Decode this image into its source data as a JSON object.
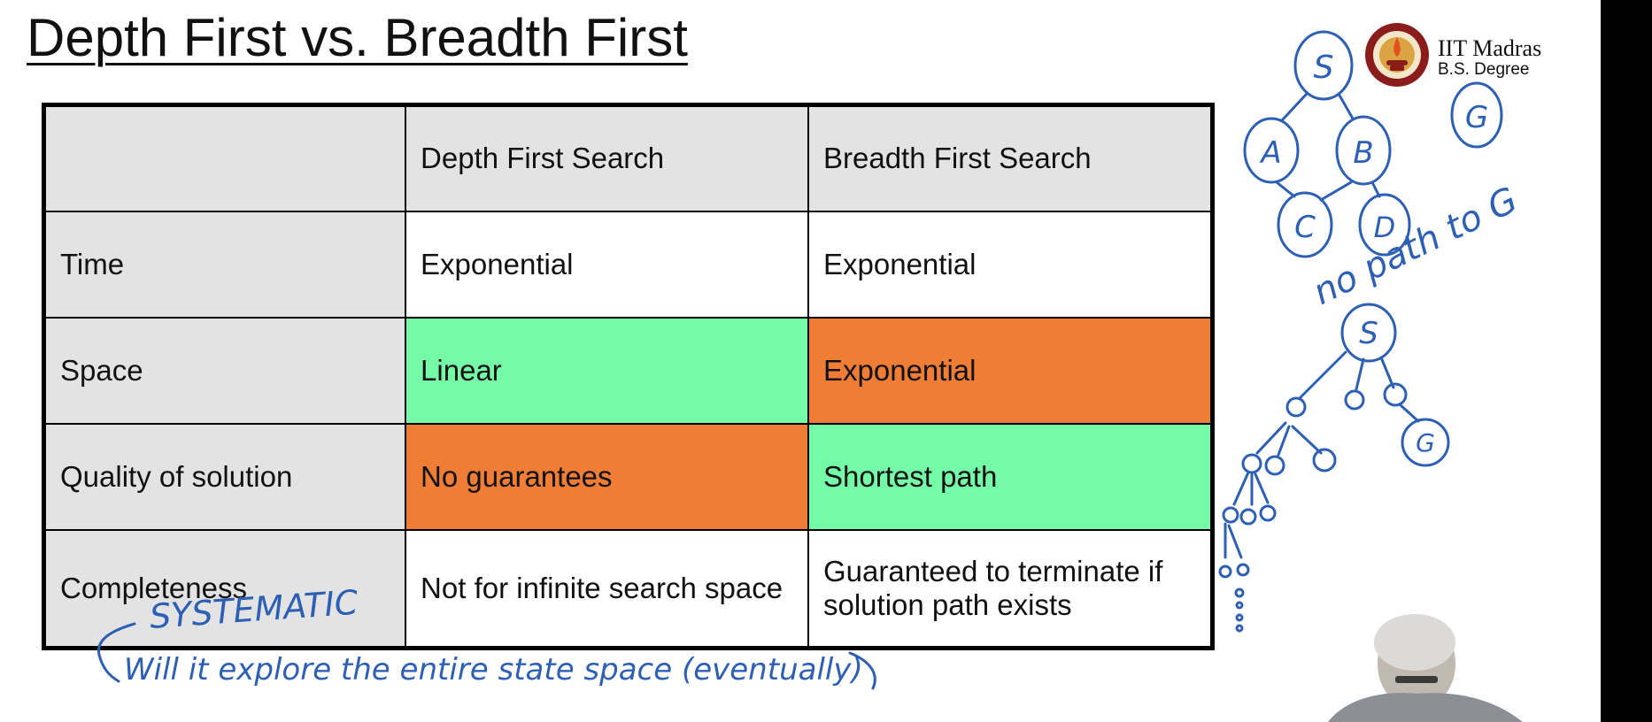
{
  "slide": {
    "title": "Depth First vs. Breadth First"
  },
  "table": {
    "header": [
      "",
      "Depth First Search",
      "Breadth First Search"
    ],
    "rows": [
      {
        "label": "Time",
        "dfs": "Exponential",
        "bfs": "Exponential"
      },
      {
        "label": "Space",
        "dfs": "Linear",
        "bfs": "Exponential"
      },
      {
        "label": "Quality of solution",
        "dfs": "No guarantees",
        "bfs": "Shortest path"
      },
      {
        "label": "Completeness",
        "dfs": "Not for infinite search space",
        "bfs": "Guaranteed to terminate if solution path exists"
      }
    ]
  },
  "logo": {
    "line1": "IIT Madras",
    "line2": "B.S. Degree"
  },
  "annotations": {
    "systematic": "SYSTEMATIC",
    "question": "Will it explore the entire state space (eventually)",
    "no_path": "no path to G",
    "graph1_nodes": [
      "S",
      "A",
      "B",
      "C",
      "D",
      "G"
    ],
    "graph2_nodes": [
      "S",
      "G"
    ]
  },
  "colors": {
    "header_grey": "#e3e3e3",
    "good_green": "#75fba8",
    "bad_orange": "#ef7d35",
    "ink_blue": "#2d5fb5"
  }
}
